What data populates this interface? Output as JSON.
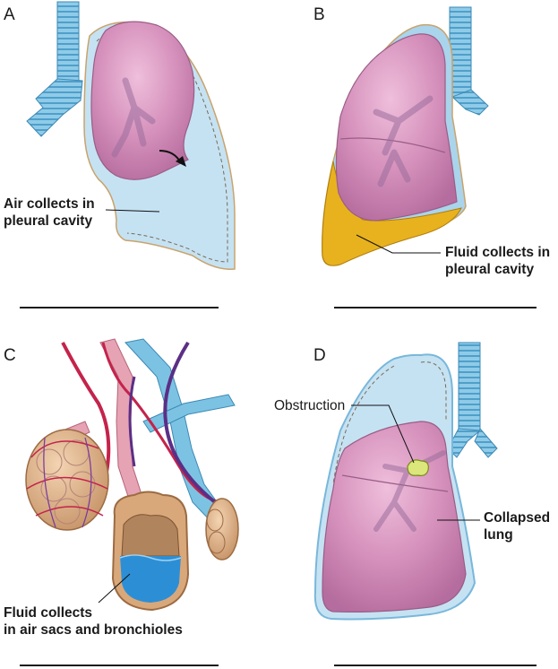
{
  "panels": [
    {
      "letter": "A",
      "labels": [
        "Air collects in",
        "pleural cavity"
      ]
    },
    {
      "letter": "B",
      "labels": [
        "Fluid collects in",
        "pleural cavity"
      ]
    },
    {
      "letter": "C",
      "labels": [
        "Fluid collects",
        "in air sacs and bronchioles"
      ]
    },
    {
      "letter": "D",
      "labels": [
        "Obstruction",
        "Collapsed",
        "lung"
      ]
    }
  ],
  "colors": {
    "lung": "#d58fb8",
    "lung_dark": "#a85e90",
    "pleura": "#a9d4ec",
    "trachea": "#7cc3e3",
    "fluid_yellow": "#e8b21e",
    "fluid_blue": "#2c8fd6",
    "artery": "#c4234b",
    "vein": "#5b2f86",
    "alveoli": "#d9a87a",
    "obstruction": "#dbe77a"
  }
}
